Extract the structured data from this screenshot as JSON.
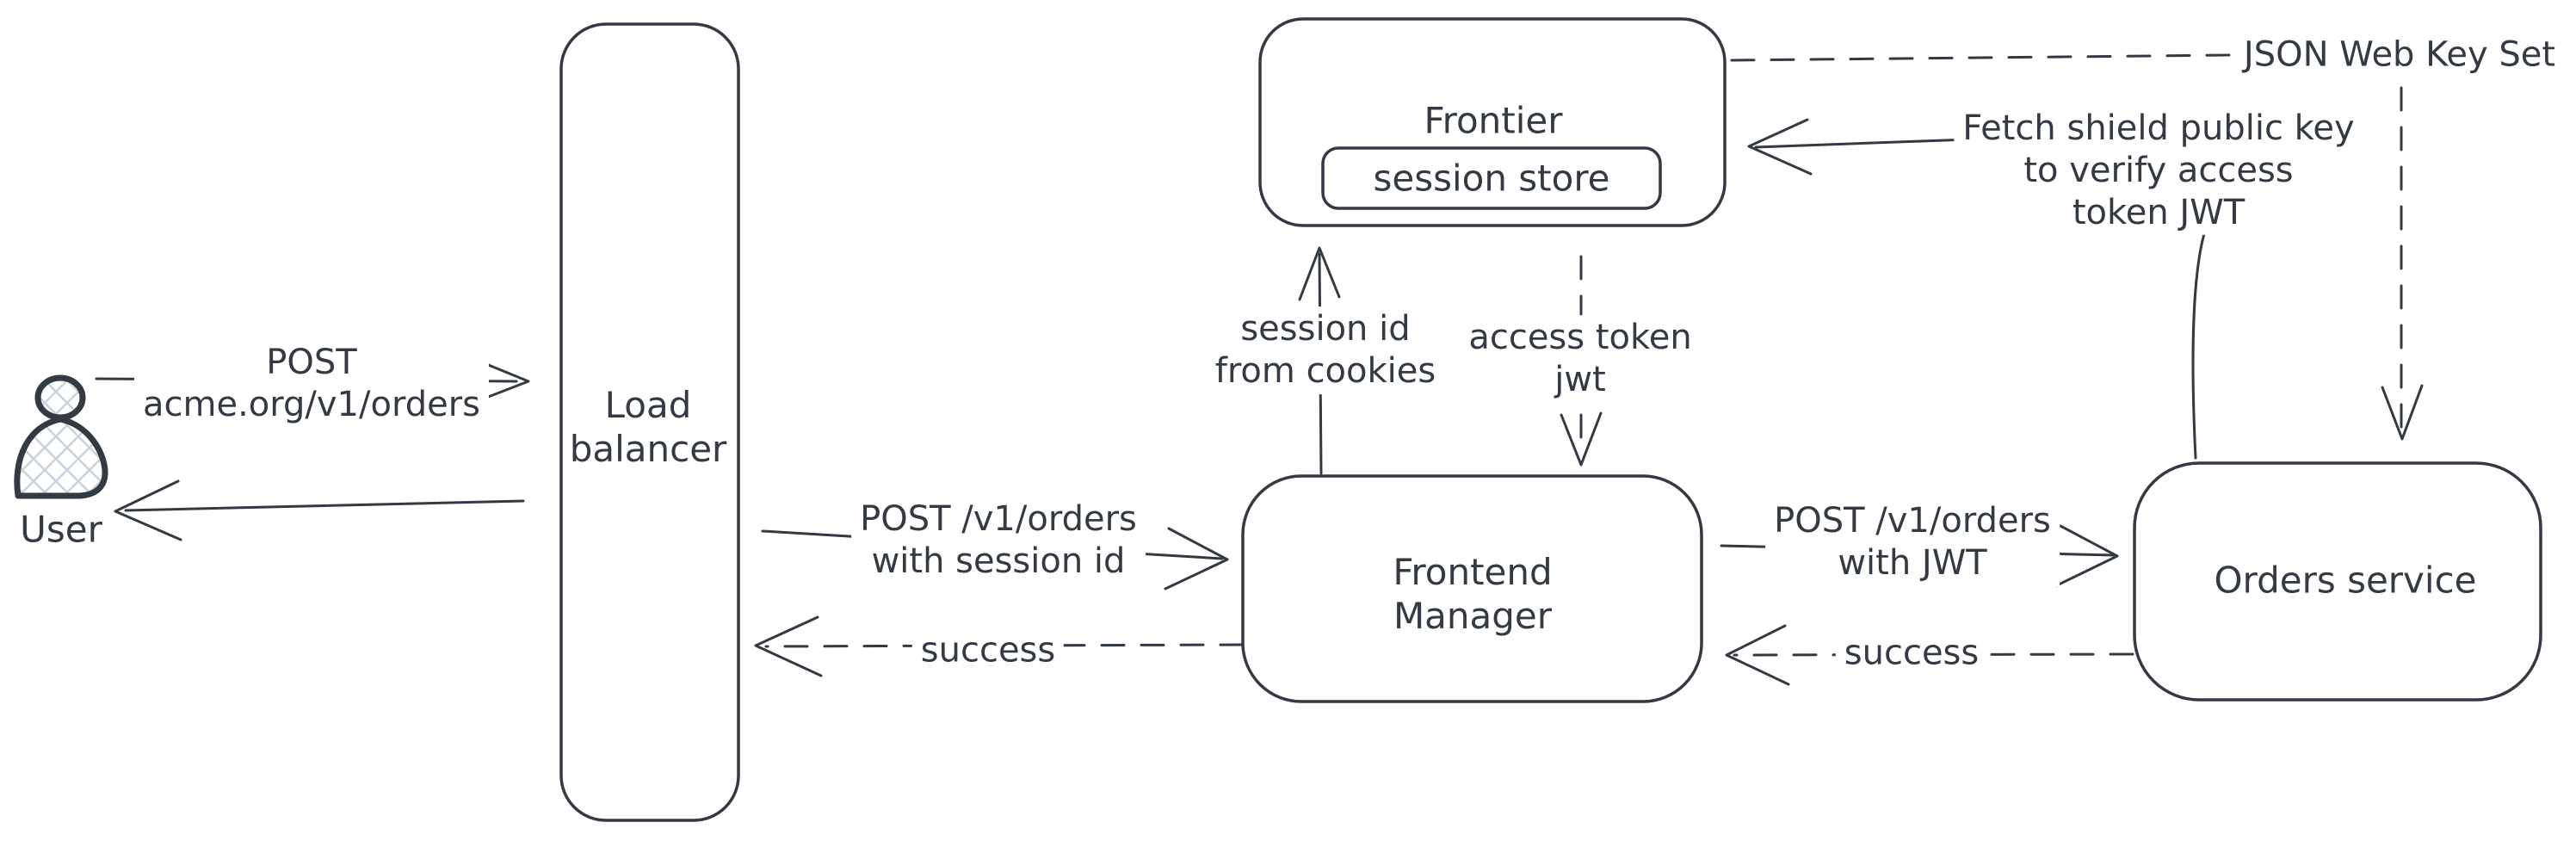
{
  "canvas": {
    "background": "#ffffff",
    "ink": "#343a43",
    "hatch": "#c9d3dc"
  },
  "nodes": {
    "user": {
      "label": "User"
    },
    "load_balancer": {
      "lines": [
        "Load",
        "balancer"
      ]
    },
    "frontier": {
      "label": "Frontier"
    },
    "session_store": {
      "label": "session store"
    },
    "frontend_manager": {
      "lines": [
        "Frontend",
        "Manager"
      ]
    },
    "orders_service": {
      "label": "Orders service"
    }
  },
  "edges": {
    "user_to_lb": {
      "style": "solid",
      "from": "user",
      "to": "load_balancer",
      "lines": [
        "POST",
        "acme.org/v1/orders"
      ]
    },
    "lb_to_user": {
      "style": "solid",
      "from": "load_balancer",
      "to": "user"
    },
    "lb_to_fm": {
      "style": "solid",
      "from": "load_balancer",
      "to": "frontend_manager",
      "lines": [
        "POST /v1/orders",
        "with session id"
      ]
    },
    "fm_to_lb": {
      "style": "dashed",
      "from": "frontend_manager",
      "to": "load_balancer",
      "lines": [
        "success"
      ]
    },
    "fm_to_frontier": {
      "style": "solid",
      "from": "frontend_manager",
      "to": "frontier",
      "lines": [
        "session id",
        "from cookies"
      ]
    },
    "frontier_to_fm": {
      "style": "dashed",
      "from": "frontier",
      "to": "frontend_manager",
      "lines": [
        "access token",
        "jwt"
      ]
    },
    "fm_to_orders": {
      "style": "solid",
      "from": "frontend_manager",
      "to": "orders_service",
      "lines": [
        "POST /v1/orders",
        "with JWT"
      ]
    },
    "orders_to_fm": {
      "style": "dashed",
      "from": "orders_service",
      "to": "frontend_manager",
      "lines": [
        "success"
      ]
    },
    "frontier_to_jwks": {
      "style": "dashed",
      "from": "frontier",
      "to": "jwks",
      "lines": [
        "JSON Web Key Set"
      ]
    },
    "jwks_to_orders": {
      "style": "dashed",
      "from": "jwks",
      "to": "orders_service"
    },
    "orders_to_frontier": {
      "style": "solid",
      "from": "orders_service",
      "to": "frontier",
      "lines": [
        "Fetch shield public key",
        "to verify access",
        "token JWT"
      ]
    }
  }
}
